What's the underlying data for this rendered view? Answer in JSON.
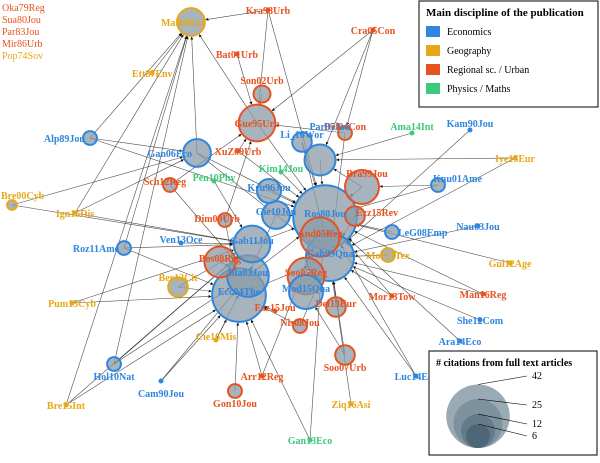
{
  "colors": {
    "economics": "#2e86de",
    "geography": "#e6a817",
    "regional": "#e8521f",
    "physics": "#3ec97a",
    "bubble": "#8a9ba8",
    "edge": "#222222"
  },
  "corner_labels": [
    {
      "text": "Oka79Reg",
      "cat": "regional"
    },
    {
      "text": "Sua80Jou",
      "cat": "regional"
    },
    {
      "text": "Par83Jou",
      "cat": "regional"
    },
    {
      "text": "Mir86Urb",
      "cat": "regional"
    },
    {
      "text": "Pop74Sov",
      "cat": "geography"
    }
  ],
  "legend_discipline": {
    "title": "Main discipline of the publication",
    "items": [
      {
        "label": "Economics",
        "cat": "economics"
      },
      {
        "label": "Geography",
        "cat": "geography"
      },
      {
        "label": "Regional sc. / Urban",
        "cat": "regional"
      },
      {
        "label": "Physics / Maths",
        "cat": "physics"
      }
    ]
  },
  "legend_size": {
    "title": "# citations from full text articles",
    "values": [
      "42",
      "25",
      "12",
      "6"
    ]
  },
  "nodes": [
    {
      "id": "Mal80Env",
      "cat": "geography",
      "c": 8
    },
    {
      "id": "Kra98Urb",
      "cat": "regional",
      "c": 0
    },
    {
      "id": "Cra05Con",
      "cat": "regional",
      "c": 0
    },
    {
      "id": "Bat01Urb",
      "cat": "regional",
      "c": 0
    },
    {
      "id": "Son02Urb",
      "cat": "regional",
      "c": 3
    },
    {
      "id": "Ett87Env",
      "cat": "geography",
      "c": 0
    },
    {
      "id": "Gue95Urb",
      "cat": "regional",
      "c": 14
    },
    {
      "id": "Del04Con",
      "cat": "regional",
      "c": 2
    },
    {
      "id": "Ama14Int",
      "cat": "physics",
      "c": 0
    },
    {
      "id": "Kam90Jou",
      "cat": "economics",
      "c": 0
    },
    {
      "id": "Alp89Jou",
      "cat": "economics",
      "c": 2
    },
    {
      "id": "Gan06Eco",
      "cat": "economics",
      "c": 8
    },
    {
      "id": "XuZ09Urb",
      "cat": "regional",
      "c": 0
    },
    {
      "id": "Li_16Wor",
      "cat": "economics",
      "c": 4
    },
    {
      "id": "Par85Jou",
      "cat": "economics",
      "c": 10
    },
    {
      "id": "Iye13Eur",
      "cat": "geography",
      "c": 0
    },
    {
      "id": "Kim14Jou",
      "cat": "physics",
      "c": 0
    },
    {
      "id": "Pen10Phy",
      "cat": "physics",
      "c": 0
    },
    {
      "id": "Bra99Jou",
      "cat": "regional",
      "c": 12
    },
    {
      "id": "Sch12Reg",
      "cat": "regional",
      "c": 2
    },
    {
      "id": "Kru96Jou",
      "cat": "economics",
      "c": 6
    },
    {
      "id": "Knu01Ame",
      "cat": "economics",
      "c": 2
    },
    {
      "id": "Bre00Cyb",
      "cat": "geography",
      "c": 1
    },
    {
      "id": "Ign15Dis",
      "cat": "geography",
      "c": 0
    },
    {
      "id": "Dim09Urb",
      "cat": "regional",
      "c": 2
    },
    {
      "id": "Gie10Jou",
      "cat": "economics",
      "c": 8
    },
    {
      "id": "Ezz15Rev",
      "cat": "regional",
      "c": 4
    },
    {
      "id": "Ros80Jou",
      "cat": "economics",
      "c": 42
    },
    {
      "id": "LeG08Emp",
      "cat": "economics",
      "c": 2
    },
    {
      "id": "Nau03Jou",
      "cat": "economics",
      "c": 0
    },
    {
      "id": "Roz11Ame",
      "cat": "economics",
      "c": 2
    },
    {
      "id": "Ven13Oce",
      "cat": "economics",
      "c": 0
    },
    {
      "id": "Gab11Jou",
      "cat": "economics",
      "c": 14
    },
    {
      "id": "And05Reg",
      "cat": "regional",
      "c": 16
    },
    {
      "id": "Gab99Qua",
      "cat": "economics",
      "c": 24
    },
    {
      "id": "Mor13Tex",
      "cat": "geography",
      "c": 2
    },
    {
      "id": "Gul12Age",
      "cat": "geography",
      "c": 0
    },
    {
      "id": "Bos08Reg",
      "cat": "regional",
      "c": 10
    },
    {
      "id": "Bla03Jou",
      "cat": "economics",
      "c": 18
    },
    {
      "id": "Soo05Reg",
      "cat": "regional",
      "c": 14
    },
    {
      "id": "Man16Reg",
      "cat": "regional",
      "c": 0
    },
    {
      "id": "Pum15Cyb",
      "cat": "geography",
      "c": 0
    },
    {
      "id": "Ber12Cit",
      "cat": "geography",
      "c": 4
    },
    {
      "id": "Ecc04The",
      "cat": "economics",
      "c": 30
    },
    {
      "id": "Mod15Qua",
      "cat": "economics",
      "c": 12
    },
    {
      "id": "Mor13Tow",
      "cat": "regional",
      "c": 0
    },
    {
      "id": "Faz15Jou",
      "cat": "regional",
      "c": 0
    },
    {
      "id": "Del13Eur",
      "cat": "regional",
      "c": 4
    },
    {
      "id": "She12Com",
      "cat": "economics",
      "c": 0
    },
    {
      "id": "Nis08Jou",
      "cat": "regional",
      "c": 2
    },
    {
      "id": "Ara14Eco",
      "cat": "economics",
      "c": 0
    },
    {
      "id": "Cie16Mis",
      "cat": "geography",
      "c": 0
    },
    {
      "id": "Hol10Nat",
      "cat": "economics",
      "c": 2
    },
    {
      "id": "Soo07Urb",
      "cat": "regional",
      "c": 4
    },
    {
      "id": "Luc14Eco",
      "cat": "economics",
      "c": 0
    },
    {
      "id": "Cam90Jou",
      "cat": "economics",
      "c": 0
    },
    {
      "id": "Arr12Reg",
      "cat": "regional",
      "c": 0
    },
    {
      "id": "Gon10Jou",
      "cat": "regional",
      "c": 2
    },
    {
      "id": "Bre15Int",
      "cat": "geography",
      "c": 0
    },
    {
      "id": "Ziq16Asi",
      "cat": "geography",
      "c": 0
    },
    {
      "id": "Gan13Eco",
      "cat": "physics",
      "c": 0
    }
  ],
  "edges": [
    [
      "Kra98Urb",
      "Mal80Env"
    ],
    [
      "Kra98Urb",
      "Gue95Urb"
    ],
    [
      "Kra98Urb",
      "Ros80Jou"
    ],
    [
      "Cra05Con",
      "Gue95Urb"
    ],
    [
      "Cra05Con",
      "Par85Jou"
    ],
    [
      "Cra05Con",
      "Del04Con"
    ],
    [
      "Bat01Urb",
      "Gue95Urb"
    ],
    [
      "Son02Urb",
      "Gue95Urb"
    ],
    [
      "Ett87Env",
      "Mal80Env"
    ],
    [
      "Gue95Urb",
      "Mal80Env"
    ],
    [
      "Gue95Urb",
      "Ros80Jou"
    ],
    [
      "Del04Con",
      "Gue95Urb"
    ],
    [
      "Del04Con",
      "Gab99Qua"
    ],
    [
      "Ama14Int",
      "Par85Jou"
    ],
    [
      "Alp89Jou",
      "Gan06Eco"
    ],
    [
      "Alp89Jou",
      "Mal80Env"
    ],
    [
      "Gan06Eco",
      "Mal80Env"
    ],
    [
      "Gan06Eco",
      "Ros80Jou"
    ],
    [
      "Gan06Eco",
      "Gab99Qua"
    ],
    [
      "XuZ09Urb",
      "Gue95Urb"
    ],
    [
      "XuZ09Urb",
      "Ros80Jou"
    ],
    [
      "Li_16Wor",
      "Gab99Qua"
    ],
    [
      "Li_16Wor",
      "Ros80Jou"
    ],
    [
      "Par85Jou",
      "Ros80Jou"
    ],
    [
      "Iye13Eur",
      "Par85Jou"
    ],
    [
      "Iye13Eur",
      "Gab99Qua"
    ],
    [
      "Kim14Jou",
      "Ros80Jou"
    ],
    [
      "Pen10Phy",
      "Gab11Jou"
    ],
    [
      "Bra99Jou",
      "Ros80Jou"
    ],
    [
      "Bra99Jou",
      "Par85Jou"
    ],
    [
      "Sch12Reg",
      "Gue95Urb"
    ],
    [
      "Sch12Reg",
      "Bla03Jou"
    ],
    [
      "Kru96Jou",
      "Ros80Jou"
    ],
    [
      "Knu01Ame",
      "Ros80Jou"
    ],
    [
      "Knu01Ame",
      "Bra99Jou"
    ],
    [
      "Bre00Cyb",
      "Gan06Eco"
    ],
    [
      "Bre00Cyb",
      "Gab11Jou"
    ],
    [
      "Ign15Dis",
      "Gan06Eco"
    ],
    [
      "Ign15Dis",
      "Gab11Jou"
    ],
    [
      "Ign15Dis",
      "Mal80Env"
    ],
    [
      "Dim09Urb",
      "Ecc04The"
    ],
    [
      "Dim09Urb",
      "Gue95Urb"
    ],
    [
      "Gie10Jou",
      "Ros80Jou"
    ],
    [
      "Gie10Jou",
      "Ecc04The"
    ],
    [
      "Ezz15Rev",
      "Ros80Jou"
    ],
    [
      "Ezz15Rev",
      "Gab99Qua"
    ],
    [
      "LeG08Emp",
      "Ros80Jou"
    ],
    [
      "Nau03Jou",
      "Gab99Qua"
    ],
    [
      "Roz11Ame",
      "Gab11Jou"
    ],
    [
      "Roz11Ame",
      "Ecc04The"
    ],
    [
      "Roz11Ame",
      "Mal80Env"
    ],
    [
      "Ven13Oce",
      "Gab11Jou"
    ],
    [
      "Gab11Jou",
      "Ros80Jou"
    ],
    [
      "And05Reg",
      "Ros80Jou"
    ],
    [
      "Gab99Qua",
      "Ros80Jou"
    ],
    [
      "Mor13Tex",
      "Gab99Qua"
    ],
    [
      "Gul12Age",
      "Ros80Jou"
    ],
    [
      "Bos08Reg",
      "Bla03Jou"
    ],
    [
      "Bla03Jou",
      "Ros80Jou"
    ],
    [
      "Soo05Reg",
      "Gab99Qua"
    ],
    [
      "Man16Reg",
      "Gab99Qua"
    ],
    [
      "Man16Reg",
      "Ros80Jou"
    ],
    [
      "Pum15Cyb",
      "Gab11Jou"
    ],
    [
      "Pum15Cyb",
      "Ecc04The"
    ],
    [
      "Ber12Cit",
      "Ecc04The"
    ],
    [
      "Ber12Cit",
      "Gab11Jou"
    ],
    [
      "Ecc04The",
      "Gab99Qua"
    ],
    [
      "Mod15Qua",
      "Gab99Qua"
    ],
    [
      "Mor13Tow",
      "Ros80Jou"
    ],
    [
      "Mor13Tow",
      "Gab99Qua"
    ],
    [
      "Faz15Jou",
      "Ecc04The"
    ],
    [
      "Del13Eur",
      "Gab99Qua"
    ],
    [
      "She12Com",
      "Gab99Qua"
    ],
    [
      "Nis08Jou",
      "Ecc04The"
    ],
    [
      "Nis08Jou",
      "Gab99Qua"
    ],
    [
      "Ara14Eco",
      "Ros80Jou"
    ],
    [
      "Cie16Mis",
      "Ecc04The"
    ],
    [
      "Cie16Mis",
      "Bla03Jou"
    ],
    [
      "Hol10Nat",
      "Gab11Jou"
    ],
    [
      "Hol10Nat",
      "Bla03Jou"
    ],
    [
      "Soo07Urb",
      "Gab99Qua"
    ],
    [
      "Soo07Urb",
      "Mod15Qua"
    ],
    [
      "Luc14Eco",
      "Ros80Jou"
    ],
    [
      "Luc14Eco",
      "Gab99Qua"
    ],
    [
      "Cam90Jou",
      "Bla03Jou"
    ],
    [
      "Cam90Jou",
      "Ecc04The"
    ],
    [
      "Arr12Reg",
      "Ecc04The"
    ],
    [
      "Arr12Reg",
      "Ros80Jou"
    ],
    [
      "Gon10Jou",
      "Ecc04The"
    ],
    [
      "Bre15Int",
      "Gab11Jou"
    ],
    [
      "Bre15Int",
      "Ecc04The"
    ],
    [
      "Bre15Int",
      "Mal80Env"
    ],
    [
      "Ziq16Asi",
      "Gab99Qua"
    ],
    [
      "Gan13Eco",
      "Ecc04The"
    ],
    [
      "Gan13Eco",
      "Ros80Jou"
    ],
    [
      "Hol10Nat",
      "Mal80Env"
    ],
    [
      "Alp89Jou",
      "Ros80Jou"
    ],
    [
      "Kam90Jou",
      "Gab99Qua"
    ]
  ]
}
